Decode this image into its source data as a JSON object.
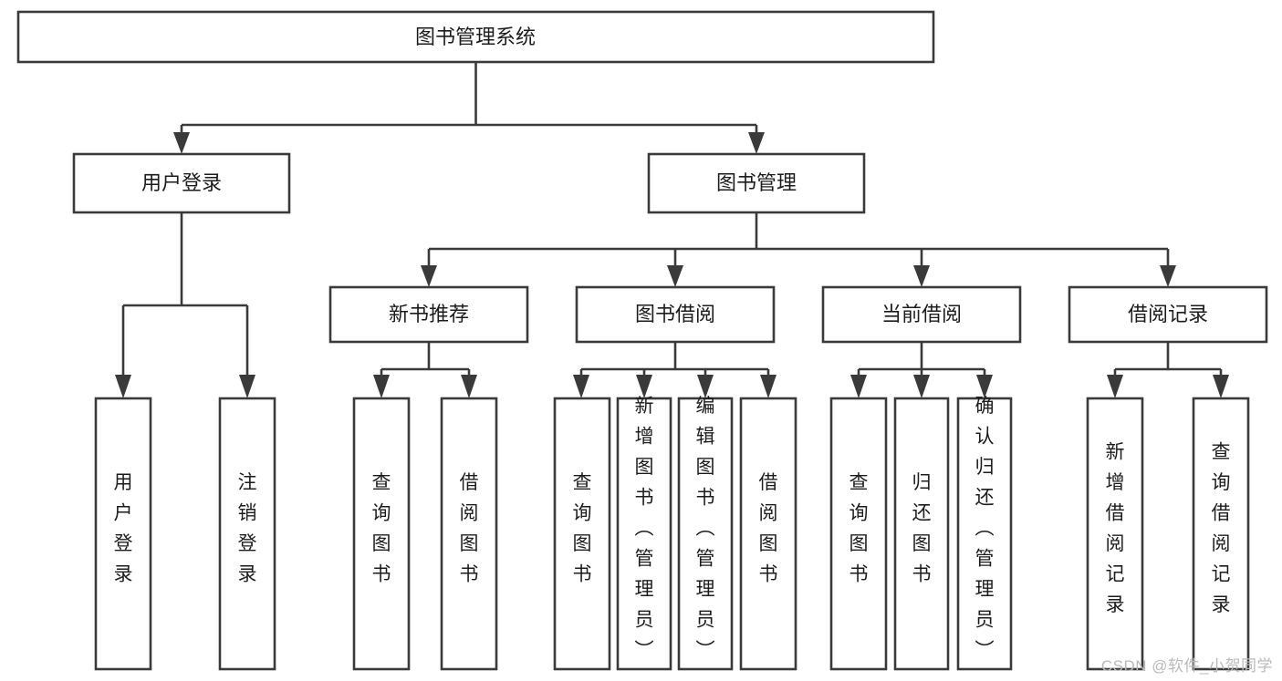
{
  "diagram": {
    "type": "tree-hierarchy-chart",
    "title": "图书管理系统",
    "colors": {
      "background": "#ffffff",
      "box_fill": "#ffffff",
      "box_stroke": "#3a3a3a",
      "connector": "#3a3a3a",
      "label_text": "#1c1c1c",
      "watermark_text": "#b9b9b9"
    },
    "root": {
      "id": "root",
      "label": "图书管理系统",
      "orientation": "horizontal"
    },
    "level2": [
      {
        "id": "user-login",
        "label": "用户登录",
        "orientation": "horizontal"
      },
      {
        "id": "book-management",
        "label": "图书管理",
        "orientation": "horizontal"
      }
    ],
    "level3": [
      {
        "id": "new-book-recommend",
        "label": "新书推荐",
        "orientation": "horizontal",
        "parent": "book-management"
      },
      {
        "id": "book-borrow",
        "label": "图书借阅",
        "orientation": "horizontal",
        "parent": "book-management"
      },
      {
        "id": "current-borrow",
        "label": "当前借阅",
        "orientation": "horizontal",
        "parent": "book-management"
      },
      {
        "id": "borrow-record",
        "label": "借阅记录",
        "orientation": "horizontal",
        "parent": "book-management"
      }
    ],
    "leaves": [
      {
        "id": "leaf-user-login",
        "label": "用户登录",
        "orientation": "vertical",
        "parent": "user-login"
      },
      {
        "id": "leaf-logout-login",
        "label": "注销登录",
        "orientation": "vertical",
        "parent": "user-login"
      },
      {
        "id": "leaf-query-book-1",
        "label": "查询图书",
        "orientation": "vertical",
        "parent": "new-book-recommend"
      },
      {
        "id": "leaf-borrow-book-1",
        "label": "借阅图书",
        "orientation": "vertical",
        "parent": "new-book-recommend"
      },
      {
        "id": "leaf-query-book-2",
        "label": "查询图书",
        "orientation": "vertical",
        "parent": "book-borrow"
      },
      {
        "id": "leaf-add-book",
        "label": "新增图书（管理员）",
        "orientation": "vertical",
        "parent": "book-borrow"
      },
      {
        "id": "leaf-edit-book",
        "label": "编辑图书（管理员）",
        "orientation": "vertical",
        "parent": "book-borrow"
      },
      {
        "id": "leaf-borrow-book-2",
        "label": "借阅图书",
        "orientation": "vertical",
        "parent": "book-borrow"
      },
      {
        "id": "leaf-query-book-3",
        "label": "查询图书",
        "orientation": "vertical",
        "parent": "current-borrow"
      },
      {
        "id": "leaf-return-book",
        "label": "归还图书",
        "orientation": "vertical",
        "parent": "current-borrow"
      },
      {
        "id": "leaf-confirm-return",
        "label": "确认归还（管理员）",
        "orientation": "vertical",
        "parent": "current-borrow"
      },
      {
        "id": "leaf-add-record",
        "label": "新增借阅记录",
        "orientation": "vertical",
        "parent": "borrow-record"
      },
      {
        "id": "leaf-query-record",
        "label": "查询借阅记录",
        "orientation": "vertical",
        "parent": "borrow-record"
      }
    ],
    "watermark": "CSDN @软件_小贺同学"
  }
}
